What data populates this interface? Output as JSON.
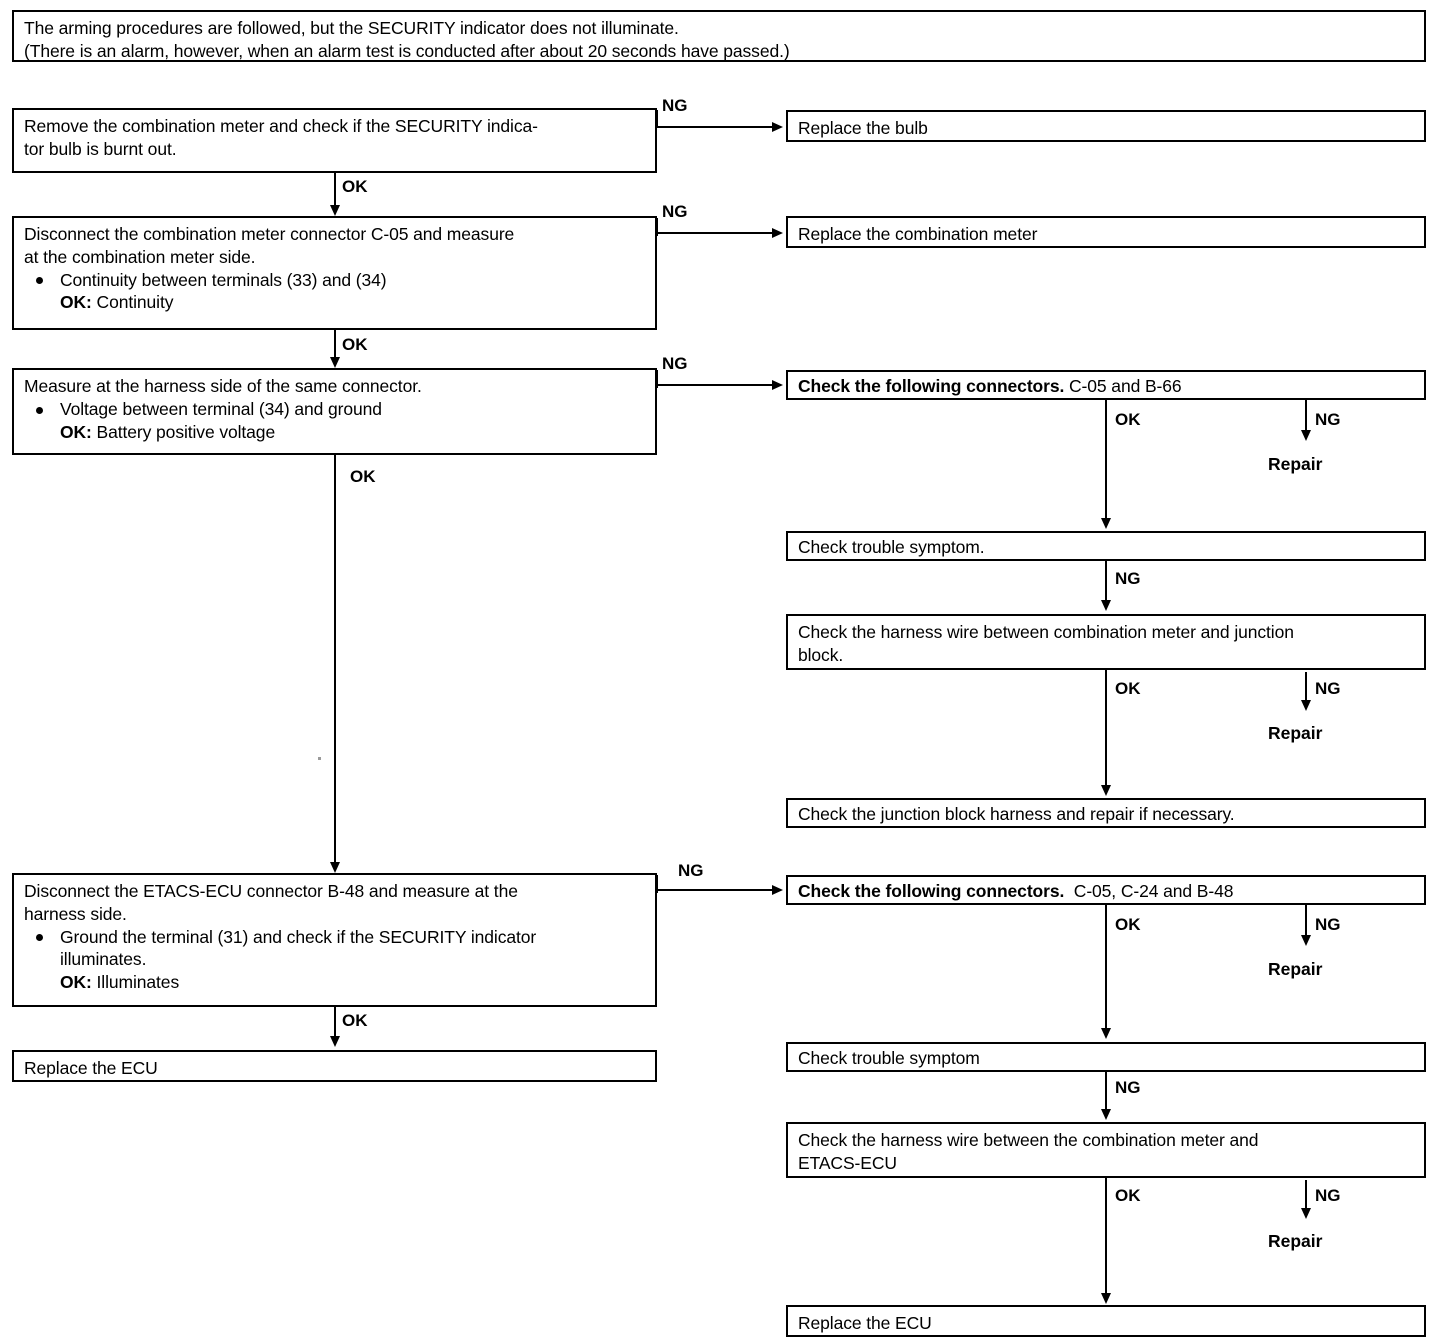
{
  "title": "SECURITY indicator does not illuminate troubleshooting flowchart",
  "symptom": {
    "line1": "The arming procedures are followed, but the SECURITY indicator does not illuminate.",
    "line2": "(There is an alarm, however, when an alarm test is conducted after about 20 seconds have passed.)"
  },
  "labels": {
    "ok": "OK",
    "ng": "NG",
    "repair": "Repair"
  },
  "left_steps": {
    "step1": {
      "line1": "Remove the combination meter and check if the SECURITY indica-",
      "line2": "tor bulb is burnt out."
    },
    "step2": {
      "line1": "Disconnect the combination meter connector C-05 and measure",
      "line2": "at the combination meter side.",
      "bullet": "Continuity between terminals (33) and (34)",
      "ok_prefix": "OK:",
      "ok_value": "Continuity"
    },
    "step3": {
      "line1": "Measure at the harness side of the same connector.",
      "bullet": "Voltage between terminal (34) and ground",
      "ok_prefix": "OK:",
      "ok_value": "Battery positive voltage"
    },
    "step4": {
      "line1": "Disconnect the ETACS-ECU connector B-48 and measure at the",
      "line2": "harness side.",
      "bullet_line1": "Ground the terminal (31) and check if the SECURITY indicator",
      "bullet_line2": "illuminates.",
      "ok_prefix": "OK:",
      "ok_value": "Illuminates"
    },
    "step5": {
      "text": "Replace the ECU"
    }
  },
  "right_steps": {
    "replace_bulb": {
      "text": "Replace the bulb"
    },
    "replace_meter": {
      "text": "Replace the combination meter"
    },
    "connectors_a": {
      "bold": "Check the following connectors.",
      "plain": "C-05 and B-66"
    },
    "trouble_a": {
      "text": "Check trouble symptom."
    },
    "harness_a": {
      "line1": "Check the harness wire between combination meter and junction",
      "line2": "block."
    },
    "junction_block": {
      "text": "Check the junction block harness and repair if necessary."
    },
    "connectors_b": {
      "bold": "Check the following connectors.",
      "plain": "C-05, C-24 and B-48"
    },
    "trouble_b": {
      "text": "Check trouble symptom"
    },
    "harness_b": {
      "line1": "Check the harness wire between the combination meter and",
      "line2": "ETACS-ECU"
    },
    "replace_ecu": {
      "text": "Replace the ECU"
    }
  }
}
